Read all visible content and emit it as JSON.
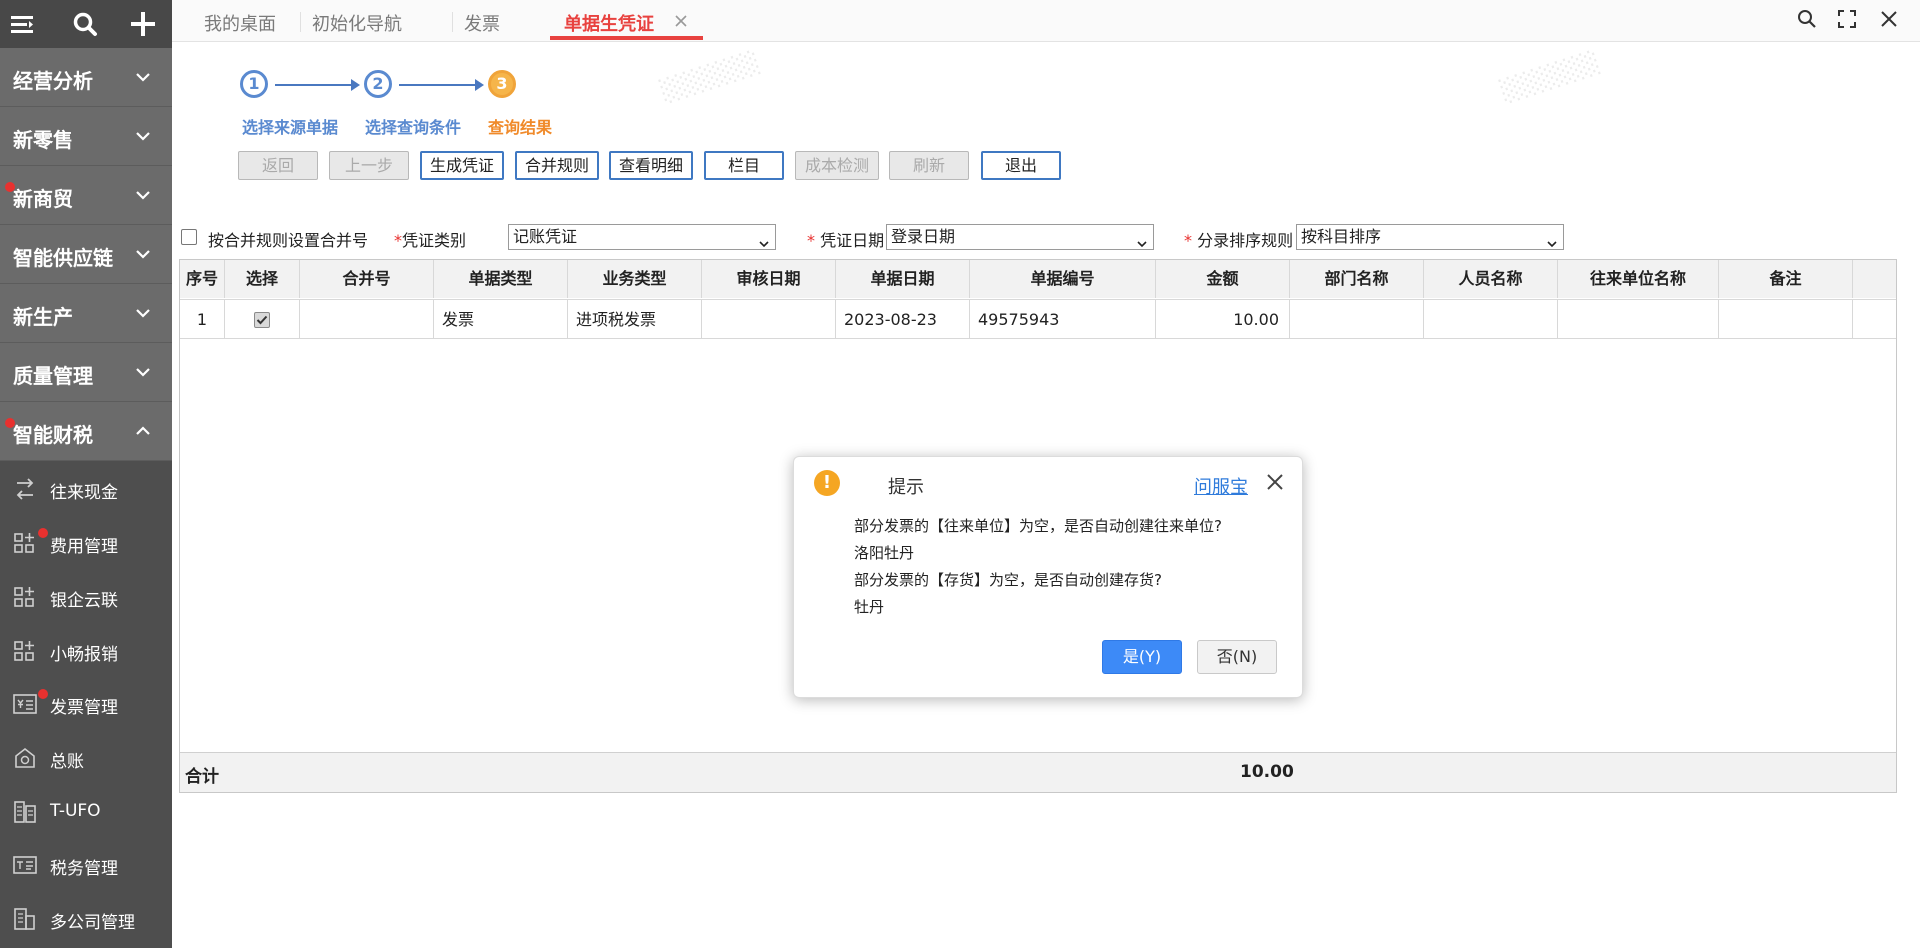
{
  "sidebar": {
    "categories": [
      {
        "label": "经营分析",
        "dot": false,
        "expanded": false
      },
      {
        "label": "新零售",
        "dot": false,
        "expanded": false
      },
      {
        "label": "新商贸",
        "dot": true,
        "expanded": false
      },
      {
        "label": "智能供应链",
        "dot": false,
        "expanded": false
      },
      {
        "label": "新生产",
        "dot": false,
        "expanded": false
      },
      {
        "label": "质量管理",
        "dot": false,
        "expanded": false
      },
      {
        "label": "智能财税",
        "dot": true,
        "expanded": true
      }
    ],
    "items": [
      {
        "label": "往来现金",
        "icon": "exchange-icon",
        "dot": false
      },
      {
        "label": "费用管理",
        "icon": "grid-plus-icon",
        "dot": true
      },
      {
        "label": "银企云联",
        "icon": "grid-plus-icon",
        "dot": false
      },
      {
        "label": "小畅报销",
        "icon": "grid-plus-icon",
        "dot": false
      },
      {
        "label": "发票管理",
        "icon": "invoice-icon",
        "dot": true
      },
      {
        "label": "总账",
        "icon": "ledger-icon",
        "dot": false
      },
      {
        "label": "T-UFO",
        "icon": "report-icon",
        "dot": false
      },
      {
        "label": "税务管理",
        "icon": "tax-icon",
        "dot": false
      },
      {
        "label": "多公司管理",
        "icon": "building-icon",
        "dot": false
      }
    ]
  },
  "tabs": [
    {
      "label": "我的桌面",
      "active": false
    },
    {
      "label": "初始化导航",
      "active": false
    },
    {
      "label": "发票",
      "active": false
    },
    {
      "label": "单据生凭证",
      "active": true
    }
  ],
  "steps": [
    {
      "num": "1",
      "label": "选择来源单据"
    },
    {
      "num": "2",
      "label": "选择查询条件"
    },
    {
      "num": "3",
      "label": "查询结果"
    }
  ],
  "toolbar": {
    "back": "返回",
    "prev": "上一步",
    "generate": "生成凭证",
    "merge_rule": "合并规则",
    "view_detail": "查看明细",
    "columns": "栏目",
    "cost_check": "成本检测",
    "refresh": "刷新",
    "exit": "退出"
  },
  "filters": {
    "merge_checkbox_label": "按合并规则设置合并号",
    "voucher_type_label": "凭证类别",
    "voucher_type_value": "记账凭证",
    "voucher_date_label": "凭证日期",
    "voucher_date_value": "登录日期",
    "sort_rule_label": "分录排序规则",
    "sort_rule_value": "按科目排序",
    "required_mark": "*"
  },
  "table": {
    "headers": [
      "序号",
      "选择",
      "合并号",
      "单据类型",
      "业务类型",
      "审核日期",
      "单据日期",
      "单据编号",
      "金额",
      "部门名称",
      "人员名称",
      "往来单位名称",
      "备注"
    ],
    "rows": [
      {
        "seq": "1",
        "checked": true,
        "merge_no": "",
        "doc_type": "发票",
        "biz_type": "进项税发票",
        "audit_date": "",
        "doc_date": "2023-08-23",
        "doc_no": "49575943",
        "amount": "10.00",
        "dept": "",
        "person": "",
        "partner": "",
        "remark": ""
      }
    ],
    "footer_label": "合计",
    "footer_amount": "10.00"
  },
  "dialog": {
    "title": "提示",
    "help_link": "问服宝",
    "lines": [
      "部分发票的【往来单位】为空，是否自动创建往来单位?",
      "洛阳牡丹",
      "部分发票的【存货】为空，是否自动创建存货?",
      "牡丹"
    ],
    "yes": "是(Y)",
    "no": "否(N)"
  },
  "colors": {
    "sidebar_bg": "#4e4e4e",
    "category_bg": "#6b6b6b",
    "accent_red": "#e8423f",
    "primary_blue": "#3d8af7",
    "step_orange": "#f08a2a",
    "step_blue": "#5a8ad0"
  }
}
